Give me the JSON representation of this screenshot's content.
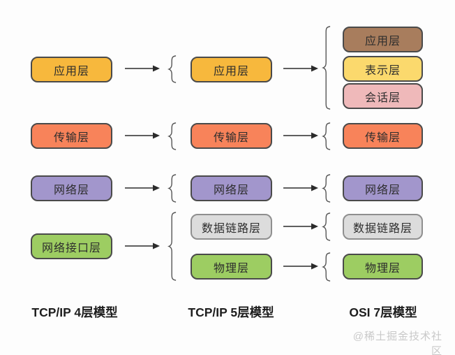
{
  "diagram": {
    "columns": [
      {
        "id": "tcpip4",
        "label": "TCP/IP 4层模型",
        "boxes": [
          {
            "label": "应用层",
            "color": "#F7B83D"
          },
          {
            "label": "传输层",
            "color": "#F8835A"
          },
          {
            "label": "网络层",
            "color": "#A296CC"
          },
          {
            "label": "网络接口层",
            "color": "#9DCD62"
          }
        ]
      },
      {
        "id": "tcpip5",
        "label": "TCP/IP 5层模型",
        "boxes": [
          {
            "label": "应用层",
            "color": "#F7B83D"
          },
          {
            "label": "传输层",
            "color": "#F8835A"
          },
          {
            "label": "网络层",
            "color": "#A296CC"
          },
          {
            "label": "数据链路层",
            "color": "#DCDCDC"
          },
          {
            "label": "物理层",
            "color": "#9DCD62"
          }
        ]
      },
      {
        "id": "osi7",
        "label": "OSI 7层模型",
        "boxes": [
          {
            "label": "应用层",
            "color": "#A87D5D"
          },
          {
            "label": "表示层",
            "color": "#FBD96D"
          },
          {
            "label": "会话层",
            "color": "#EFB9BA"
          },
          {
            "label": "传输层",
            "color": "#F8835A"
          },
          {
            "label": "网络层",
            "color": "#A296CC"
          },
          {
            "label": "数据链路层",
            "color": "#DCDCDC"
          },
          {
            "label": "物理层",
            "color": "#9DCD62"
          }
        ]
      }
    ],
    "watermark": "@稀土掘金技术社区",
    "accent_border_color": "#4a4a4a",
    "gray_border_color": "#8f8f8f"
  }
}
